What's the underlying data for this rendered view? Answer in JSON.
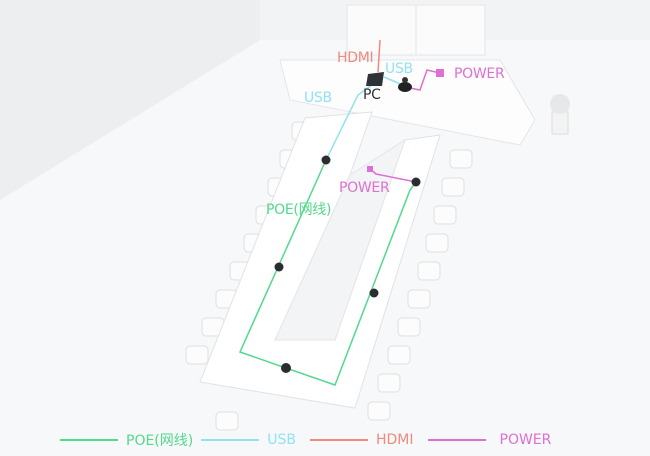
{
  "colors": {
    "poe": "#52d98c",
    "usb": "#92e2ef",
    "hdmi": "#ef8a7f",
    "power": "#df6fd2"
  },
  "labels": {
    "hdmi": "HDMI",
    "usb_top": "USB",
    "usb_left": "USB",
    "pc": "PC",
    "power_top": "POWER",
    "power_mid": "POWER",
    "poe": "POE(网线)"
  },
  "legend": [
    {
      "label": "POE(网线)",
      "key": "poe"
    },
    {
      "label": "USB",
      "key": "usb"
    },
    {
      "label": "HDMI",
      "key": "hdmi"
    },
    {
      "label": "POWER",
      "key": "power"
    }
  ]
}
